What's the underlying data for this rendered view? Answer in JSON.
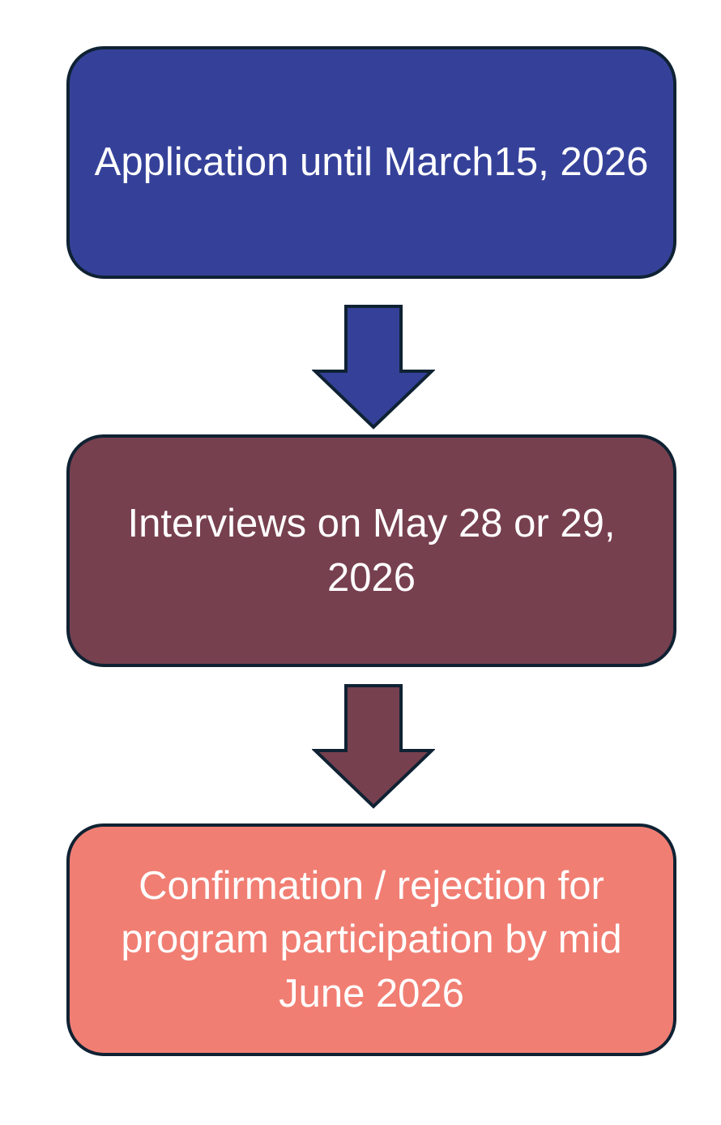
{
  "steps": [
    {
      "text": "Application until March15, 2026",
      "fill": "#354199"
    },
    {
      "text": "Interviews on May 28 or 29, 2026",
      "fill": "#77404f"
    },
    {
      "text": "Confirmation / rejection for program participation by mid June 2026",
      "fill": "#f17e73"
    }
  ],
  "arrows": [
    {
      "fill": "#354199"
    },
    {
      "fill": "#77404f"
    }
  ],
  "colors": {
    "border": "#0f2233",
    "text": "#ffffff",
    "background": "#ffffff"
  }
}
